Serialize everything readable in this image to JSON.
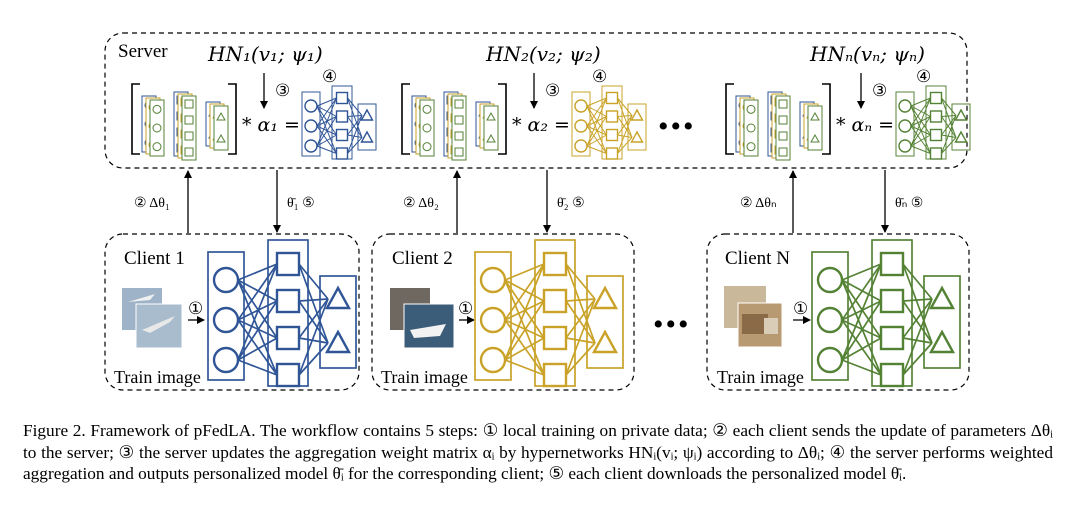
{
  "server": {
    "title": "Server",
    "hypernets": [
      "HN₁(v₁; ψ₁)",
      "HN₂(v₂; ψ₂)",
      "HNₙ(vₙ; ψₙ)"
    ],
    "steps": [
      "③",
      "④"
    ],
    "ops": [
      "* α₁ =",
      "* α₂ =",
      "* αₙ ="
    ],
    "ellipsis": "•••"
  },
  "arrows": {
    "up": [
      "② Δθ₁",
      "② Δθ₂",
      "② Δθₙ"
    ],
    "down": [
      "θ̄₁  ⑤",
      "θ̄₂  ⑤",
      "θ̄ₙ  ⑤"
    ]
  },
  "clients": [
    {
      "title": "Client 1",
      "step": "①",
      "caption": "Train image"
    },
    {
      "title": "Client 2",
      "step": "①",
      "caption": "Train image"
    },
    {
      "title": "Client N",
      "step": "①",
      "caption": "Train image"
    }
  ],
  "clients_ellipsis": "•••",
  "colors": {
    "client1": "#2f5597",
    "client2": "#c9a227",
    "clientN": "#548235"
  },
  "caption": {
    "label": "Figure 2.",
    "text": "Framework of pFedLA. The workflow contains 5 steps: ① local training on private data; ② each client sends the update of parameters Δθᵢ to the server; ③ the server updates the aggregation weight matrix αᵢ by hypernetworks HNᵢ(vᵢ; ψᵢ) according to Δθᵢ; ④ the server performs weighted aggregation and outputs personalized model θ̄ᵢ for the corresponding client; ⑤ each client downloads the personalized model θ̄ᵢ."
  }
}
